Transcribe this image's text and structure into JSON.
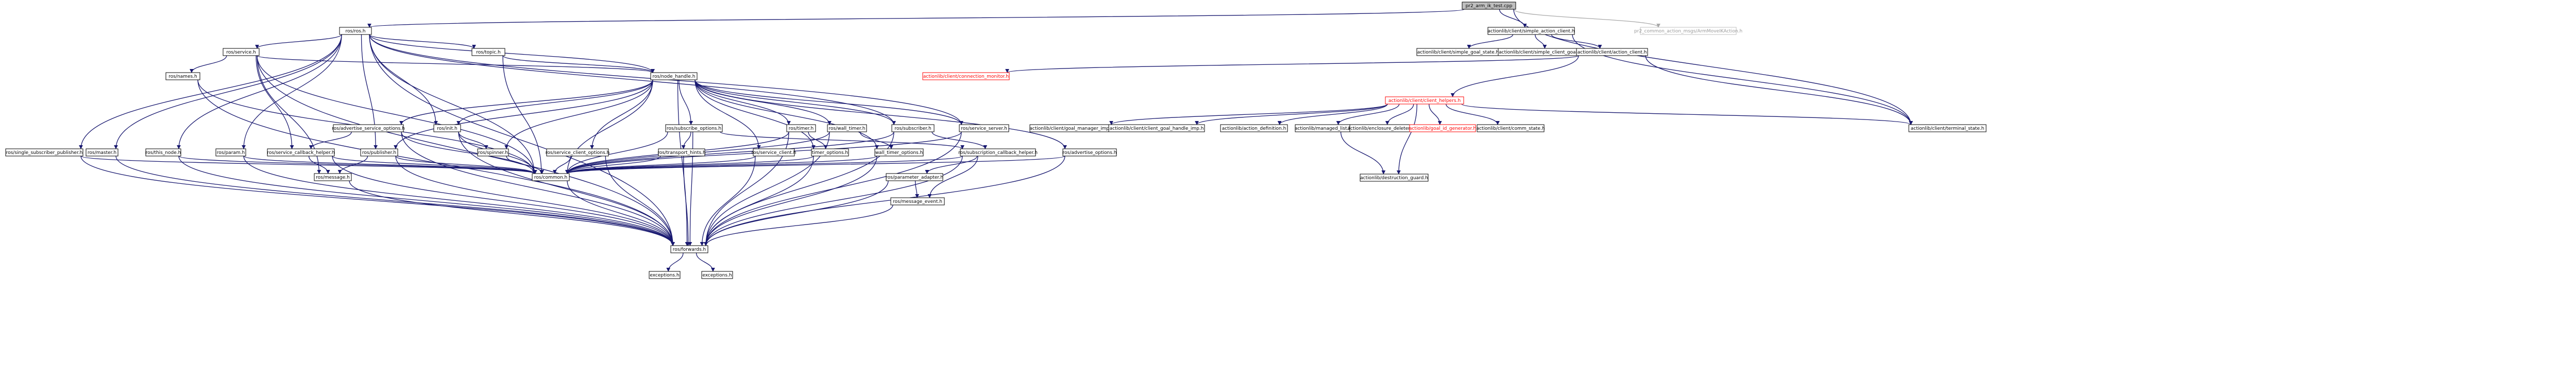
{
  "colors": {
    "edge": "#191970",
    "edge_muted": "#a8a8a8",
    "node_border": "#000000",
    "node_border_missing": "#bfbfbf",
    "node_border_truncated": "#ff0000",
    "root_fill": "#bfbfbf",
    "node_fill": "#ffffff",
    "text": "#000000",
    "text_muted": "#9a9a9a",
    "text_truncated": "#ff0000"
  },
  "nodes": [
    {
      "id": "root",
      "label": "pr2_arm_ik_test.cpp",
      "style": "root"
    },
    {
      "id": "sac",
      "label": "actionlib/client/simple_action_client.h",
      "style": "normal"
    },
    {
      "id": "pr2msg",
      "label": "pr2_common_action_msgs/ArmMoveIKAction.h",
      "style": "missing"
    },
    {
      "id": "rosh",
      "label": "ros/ros.h",
      "style": "normal"
    },
    {
      "id": "sgs",
      "label": "actionlib/client/simple_goal_state.h",
      "style": "normal"
    },
    {
      "id": "scgs",
      "label": "actionlib/client/simple_client_goal_state.h",
      "style": "normal"
    },
    {
      "id": "acl",
      "label": "actionlib/client/action_client.h",
      "style": "normal"
    },
    {
      "id": "term",
      "label": "actionlib/client/terminal_state.h",
      "style": "normal"
    },
    {
      "id": "servh",
      "label": "ros/service.h",
      "style": "normal"
    },
    {
      "id": "topic",
      "label": "ros/topic.h",
      "style": "normal"
    },
    {
      "id": "names",
      "label": "ros/names.h",
      "style": "normal"
    },
    {
      "id": "nh",
      "label": "ros/node_handle.h",
      "style": "normal"
    },
    {
      "id": "connmon",
      "label": "actionlib/client/connection_monitor.h",
      "style": "truncated"
    },
    {
      "id": "chelp",
      "label": "actionlib/client/client_helpers.h",
      "style": "truncated"
    },
    {
      "id": "gmi",
      "label": "actionlib/client/goal_manager_imp.h",
      "style": "normal"
    },
    {
      "id": "cghi",
      "label": "actionlib/client/client_goal_handle_imp.h",
      "style": "normal"
    },
    {
      "id": "adef",
      "label": "actionlib/action_definition.h",
      "style": "normal"
    },
    {
      "id": "mlist",
      "label": "actionlib/managed_list.h",
      "style": "normal"
    },
    {
      "id": "cdel",
      "label": "actionlib/enclosure_deleter.h",
      "style": "normal"
    },
    {
      "id": "gid",
      "label": "actionlib/goal_id_generator.h",
      "style": "truncated"
    },
    {
      "id": "cstate",
      "label": "actionlib/client/comm_state.h",
      "style": "normal"
    },
    {
      "id": "dguard",
      "label": "actionlib/destruction_guard.h",
      "style": "normal"
    },
    {
      "id": "advsrv",
      "label": "ros/advertise_service_options.h",
      "style": "normal"
    },
    {
      "id": "init",
      "label": "ros/init.h",
      "style": "normal"
    },
    {
      "id": "subopt",
      "label": "ros/subscribe_options.h",
      "style": "normal"
    },
    {
      "id": "timer",
      "label": "ros/timer.h",
      "style": "normal"
    },
    {
      "id": "wtimer",
      "label": "ros/wall_timer.h",
      "style": "normal"
    },
    {
      "id": "subscriber",
      "label": "ros/subscriber.h",
      "style": "normal"
    },
    {
      "id": "srvserver",
      "label": "ros/service_server.h",
      "style": "normal"
    },
    {
      "id": "ssp",
      "label": "ros/single_subscriber_publisher.h",
      "style": "normal"
    },
    {
      "id": "master",
      "label": "ros/master.h",
      "style": "normal"
    },
    {
      "id": "thisnode",
      "label": "ros/this_node.h",
      "style": "normal"
    },
    {
      "id": "param",
      "label": "ros/param.h",
      "style": "normal"
    },
    {
      "id": "scbh",
      "label": "ros/service_callback_helper.h",
      "style": "normal"
    },
    {
      "id": "publisher",
      "label": "ros/publisher.h",
      "style": "normal"
    },
    {
      "id": "spinner",
      "label": "ros/spinner.h",
      "style": "normal"
    },
    {
      "id": "transport",
      "label": "ros/transport_hints.h",
      "style": "normal"
    },
    {
      "id": "sco",
      "label": "ros/service_client_options.h",
      "style": "normal"
    },
    {
      "id": "srvclient",
      "label": "ros/service_client.h",
      "style": "normal"
    },
    {
      "id": "topt",
      "label": "timer_options.h",
      "style": "normal"
    },
    {
      "id": "wtopt",
      "label": "wall_timer_options.h",
      "style": "normal"
    },
    {
      "id": "subcb",
      "label": "ros/subscription_callback_helper.h",
      "style": "normal"
    },
    {
      "id": "advopt",
      "label": "ros/advertise_options.h",
      "style": "normal"
    },
    {
      "id": "message",
      "label": "ros/message.h",
      "style": "normal"
    },
    {
      "id": "common",
      "label": "ros/common.h",
      "style": "normal"
    },
    {
      "id": "padapt",
      "label": "ros/parameter_adapter.h",
      "style": "normal"
    },
    {
      "id": "mevent",
      "label": "ros/message_event.h",
      "style": "normal"
    },
    {
      "id": "forwards",
      "label": "ros/forwards.h",
      "style": "normal"
    },
    {
      "id": "exc1",
      "label": "exceptions.h",
      "style": "normal"
    },
    {
      "id": "exc2",
      "label": "exceptions.h",
      "style": "normal"
    }
  ],
  "edges": [
    [
      "root",
      "sac"
    ],
    [
      "root",
      "pr2msg"
    ],
    [
      "root",
      "rosh"
    ],
    [
      "root",
      "term"
    ],
    [
      "sac",
      "sgs"
    ],
    [
      "sac",
      "scgs"
    ],
    [
      "sac",
      "acl"
    ],
    [
      "sac",
      "term"
    ],
    [
      "acl",
      "connmon"
    ],
    [
      "acl",
      "chelp"
    ],
    [
      "acl",
      "term"
    ],
    [
      "chelp",
      "gmi"
    ],
    [
      "chelp",
      "cghi"
    ],
    [
      "chelp",
      "adef"
    ],
    [
      "chelp",
      "mlist"
    ],
    [
      "chelp",
      "cdel"
    ],
    [
      "chelp",
      "gid"
    ],
    [
      "chelp",
      "cstate"
    ],
    [
      "chelp",
      "term"
    ],
    [
      "chelp",
      "dguard"
    ],
    [
      "mlist",
      "dguard"
    ],
    [
      "rosh",
      "servh"
    ],
    [
      "rosh",
      "topic"
    ],
    [
      "rosh",
      "nh"
    ],
    [
      "rosh",
      "ssp"
    ],
    [
      "rosh",
      "master"
    ],
    [
      "rosh",
      "thisnode"
    ],
    [
      "rosh",
      "param"
    ],
    [
      "rosh",
      "init"
    ],
    [
      "rosh",
      "publisher"
    ],
    [
      "rosh",
      "subscriber"
    ],
    [
      "rosh",
      "srvserver"
    ],
    [
      "rosh",
      "common"
    ],
    [
      "rosh",
      "forwards"
    ],
    [
      "servh",
      "names"
    ],
    [
      "servh",
      "nh"
    ],
    [
      "servh",
      "scbh"
    ],
    [
      "servh",
      "common"
    ],
    [
      "servh",
      "message"
    ],
    [
      "servh",
      "forwards"
    ],
    [
      "topic",
      "nh"
    ],
    [
      "topic",
      "common"
    ],
    [
      "names",
      "forwards"
    ],
    [
      "names",
      "common"
    ],
    [
      "nh",
      "advsrv"
    ],
    [
      "nh",
      "init"
    ],
    [
      "nh",
      "subopt"
    ],
    [
      "nh",
      "timer"
    ],
    [
      "nh",
      "wtimer"
    ],
    [
      "nh",
      "subscriber"
    ],
    [
      "nh",
      "srvserver"
    ],
    [
      "nh",
      "publisher"
    ],
    [
      "nh",
      "spinner"
    ],
    [
      "nh",
      "sco"
    ],
    [
      "nh",
      "srvclient"
    ],
    [
      "nh",
      "topt"
    ],
    [
      "nh",
      "wtopt"
    ],
    [
      "nh",
      "advopt"
    ],
    [
      "nh",
      "forwards"
    ],
    [
      "nh",
      "common"
    ],
    [
      "advsrv",
      "scbh"
    ],
    [
      "advsrv",
      "common"
    ],
    [
      "advsrv",
      "forwards"
    ],
    [
      "init",
      "forwards"
    ],
    [
      "init",
      "spinner"
    ],
    [
      "init",
      "common"
    ],
    [
      "subopt",
      "transport"
    ],
    [
      "subopt",
      "subcb"
    ],
    [
      "subopt",
      "common"
    ],
    [
      "subopt",
      "forwards"
    ],
    [
      "timer",
      "topt"
    ],
    [
      "timer",
      "common"
    ],
    [
      "timer",
      "forwards"
    ],
    [
      "wtimer",
      "wtopt"
    ],
    [
      "wtimer",
      "common"
    ],
    [
      "wtimer",
      "forwards"
    ],
    [
      "subscriber",
      "subcb"
    ],
    [
      "subscriber",
      "common"
    ],
    [
      "subscriber",
      "forwards"
    ],
    [
      "srvserver",
      "forwards"
    ],
    [
      "srvserver",
      "common"
    ],
    [
      "ssp",
      "forwards"
    ],
    [
      "ssp",
      "common"
    ],
    [
      "master",
      "forwards"
    ],
    [
      "thisnode",
      "forwards"
    ],
    [
      "thisnode",
      "common"
    ],
    [
      "param",
      "forwards"
    ],
    [
      "param",
      "common"
    ],
    [
      "scbh",
      "message"
    ],
    [
      "scbh",
      "common"
    ],
    [
      "scbh",
      "forwards"
    ],
    [
      "publisher",
      "message"
    ],
    [
      "publisher",
      "common"
    ],
    [
      "publisher",
      "forwards"
    ],
    [
      "spinner",
      "common"
    ],
    [
      "transport",
      "common"
    ],
    [
      "transport",
      "forwards"
    ],
    [
      "sco",
      "common"
    ],
    [
      "sco",
      "forwards"
    ],
    [
      "srvclient",
      "common"
    ],
    [
      "srvclient",
      "forwards"
    ],
    [
      "topt",
      "common"
    ],
    [
      "topt",
      "forwards"
    ],
    [
      "wtopt",
      "common"
    ],
    [
      "wtopt",
      "forwards"
    ],
    [
      "subcb",
      "padapt"
    ],
    [
      "subcb",
      "mevent"
    ],
    [
      "subcb",
      "common"
    ],
    [
      "subcb",
      "forwards"
    ],
    [
      "advopt",
      "common"
    ],
    [
      "advopt",
      "forwards"
    ],
    [
      "message",
      "forwards"
    ],
    [
      "common",
      "forwards"
    ],
    [
      "padapt",
      "mevent"
    ],
    [
      "padapt",
      "forwards"
    ],
    [
      "mevent",
      "forwards"
    ],
    [
      "forwards",
      "exc1"
    ],
    [
      "forwards",
      "exc2"
    ]
  ]
}
